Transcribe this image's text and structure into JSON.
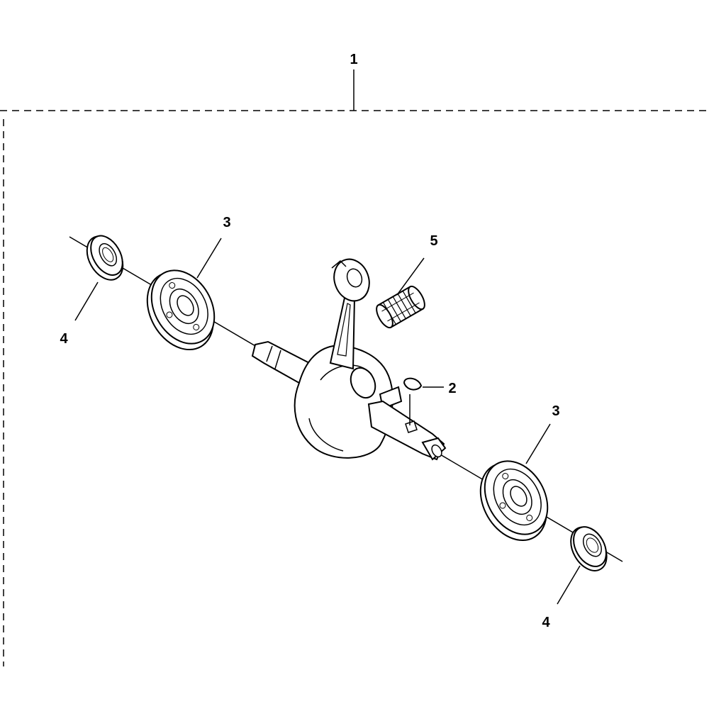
{
  "callouts": {
    "assembly": "1",
    "key": "2",
    "bearing_left": "3",
    "bearing_right": "3",
    "seal_left": "4",
    "seal_right": "4",
    "needle_bearing": "5"
  },
  "parts": [
    {
      "callout": "1",
      "icon": "crankshaft-assembly-boundary"
    },
    {
      "callout": "2",
      "icon": "woodruff-key-icon"
    },
    {
      "callout": "3",
      "icon": "ball-bearing-icon"
    },
    {
      "callout": "4",
      "icon": "oil-seal-icon"
    },
    {
      "callout": "5",
      "icon": "needle-bearing-icon"
    }
  ]
}
